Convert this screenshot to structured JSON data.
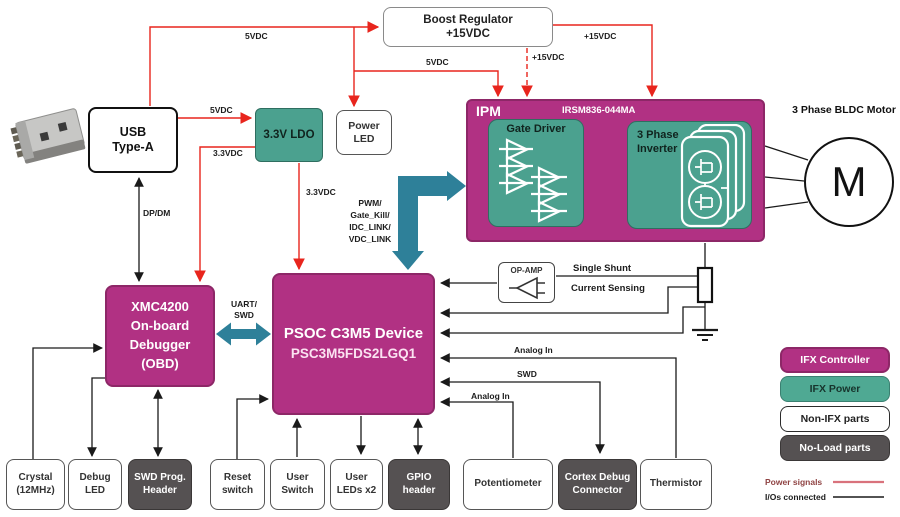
{
  "colors": {
    "magenta": "#b13183",
    "teal": "#4ba18f",
    "teal_arrow": "#2e8099",
    "dark_gray": "#555152",
    "power_red": "#e8251d",
    "legend_red_line": "#d9727c"
  },
  "blocks": {
    "usb": {
      "line1": "USB",
      "line2": "Type-A"
    },
    "boost": {
      "line1": "Boost Regulator",
      "line2": "+15VDC"
    },
    "ldo": {
      "label": "3.3V LDO"
    },
    "power_led": {
      "line1": "Power",
      "line2": "LED"
    },
    "ipm": {
      "tag": "IPM",
      "part": "IRSM836-044MA",
      "gate_driver": "Gate Driver",
      "inverter_line1": "3 Phase",
      "inverter_line2": "Inverter"
    },
    "motor": {
      "label": "3 Phase BLDC Motor",
      "symbol": "M"
    },
    "obd": {
      "line1": "XMC4200",
      "line2": "On-board",
      "line3": "Debugger",
      "line4": "(OBD)"
    },
    "psoc": {
      "title": "PSOC C3M5 Device",
      "part": "PSC3M5FDS2LGQ1"
    },
    "opamp": {
      "label": "OP-AMP"
    }
  },
  "signals": {
    "v5_top": "5VDC",
    "v5_usb": "5VDC",
    "v5_ipm": "5VDC",
    "v33_left": "3.3VDC",
    "v33_mid": "3.3VDC",
    "p15_right": "+15VDC",
    "p15_down": "+15VDC",
    "dpdm": "DP/DM",
    "uart_line1": "UART/",
    "uart_line2": "SWD",
    "pwm_line1": "PWM/",
    "pwm_line2": "Gate_Kill/",
    "pwm_line3": "IDC_LINK/",
    "pwm_line4": "VDC_LINK",
    "shunt_line1": "Single Shunt",
    "shunt_line2": "Current Sensing",
    "analog_in_thermistor": "Analog In",
    "swd_cortex": "SWD",
    "analog_in_pot": "Analog In"
  },
  "bottom_row": [
    {
      "line1": "Crystal",
      "line2": "(12MHz)",
      "variant": "white"
    },
    {
      "line1": "Debug",
      "line2": "LED",
      "variant": "white"
    },
    {
      "line1": "SWD Prog.",
      "line2": "Header",
      "variant": "dark"
    },
    {
      "line1": "Reset",
      "line2": "switch",
      "variant": "white"
    },
    {
      "line1": "User",
      "line2": "Switch",
      "variant": "white"
    },
    {
      "line1": "User",
      "line2": "LEDs x2",
      "variant": "white"
    },
    {
      "line1": "GPIO",
      "line2": "header",
      "variant": "dark"
    },
    {
      "line1": "Potentiometer",
      "line2": "",
      "variant": "white"
    },
    {
      "line1": "Cortex Debug",
      "line2": "Connector",
      "variant": "dark"
    },
    {
      "line1": "Thermistor",
      "line2": "",
      "variant": "white"
    }
  ],
  "legend": {
    "items": [
      {
        "label": "IFX Controller",
        "variant": "magenta"
      },
      {
        "label": "IFX Power",
        "variant": "teal"
      },
      {
        "label": "Non-IFX parts",
        "variant": "white"
      },
      {
        "label": "No-Load parts",
        "variant": "dark"
      }
    ],
    "power_signals": "Power signals",
    "ios_connected": "I/Os connected"
  }
}
